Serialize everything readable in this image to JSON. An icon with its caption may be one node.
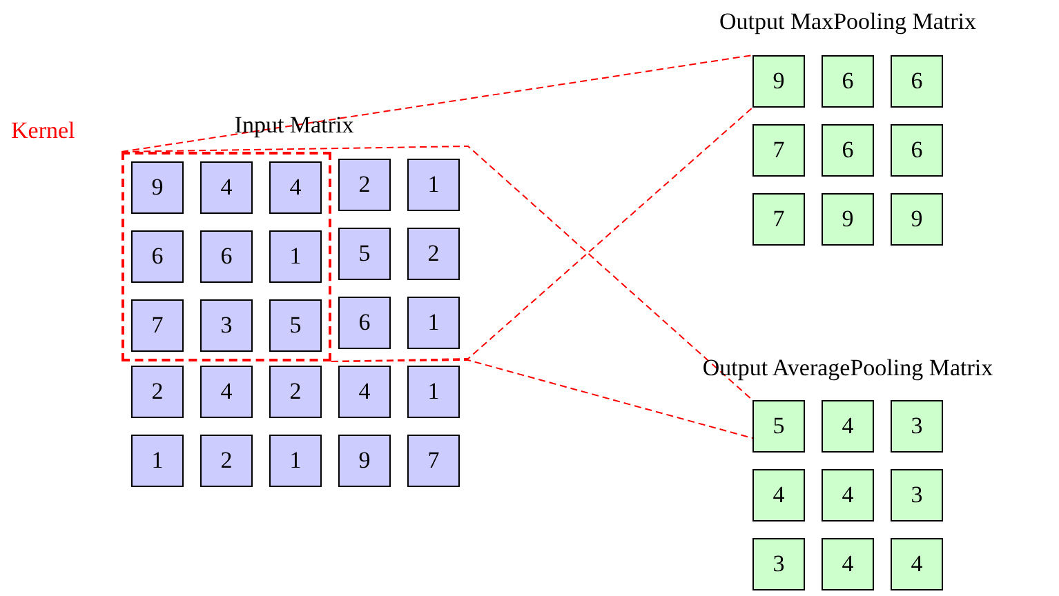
{
  "diagram": {
    "nodes": [
      {
        "text": [],
        "shape": "box",
        "beside": [
          "Kernel"
        ]
      },
      {
        "text": [
          "9"
        ],
        "in": 0
      },
      {
        "text": [
          "4"
        ],
        "in": 0
      },
      {
        "text": [
          "4"
        ],
        "in": 0
      },
      {
        "text": [
          "2"
        ]
      },
      {
        "text": [
          "1"
        ]
      },
      {
        "text": [
          "6"
        ],
        "in": 0
      },
      {
        "text": [
          "6"
        ],
        "in": 0
      },
      {
        "text": [
          "1"
        ],
        "in": 0
      },
      {
        "text": [
          "5"
        ]
      },
      {
        "text": [
          "2"
        ]
      },
      {
        "text": [
          "7"
        ],
        "in": 0
      },
      {
        "text": [
          "3"
        ],
        "in": 0
      },
      {
        "text": [
          "5"
        ],
        "in": 0
      },
      {
        "text": [
          "6"
        ]
      },
      {
        "text": [
          "1"
        ]
      },
      {
        "text": [
          "2"
        ]
      },
      {
        "text": [
          "4"
        ]
      },
      {
        "text": [
          "2"
        ]
      },
      {
        "text": [
          "4"
        ]
      },
      {
        "text": [
          "1"
        ]
      },
      {
        "text": [
          "1"
        ]
      },
      {
        "text": [
          "2"
        ]
      },
      {
        "text": [
          "1"
        ]
      },
      {
        "text": [
          "9"
        ]
      },
      {
        "text": [
          "7"
        ]
      },
      {
        "text": [
          "9"
        ]
      },
      {
        "text": [
          "6"
        ]
      },
      {
        "text": [
          "6"
        ]
      },
      {
        "text": [
          "7"
        ]
      },
      {
        "text": [
          "6"
        ]
      },
      {
        "text": [
          "6"
        ]
      },
      {
        "text": [
          "7"
        ]
      },
      {
        "text": [
          "9"
        ]
      },
      {
        "text": [
          "9"
        ]
      },
      {
        "text": [
          "5"
        ]
      },
      {
        "text": [
          "4"
        ]
      },
      {
        "text": [
          "3"
        ]
      },
      {
        "text": [
          "4"
        ]
      },
      {
        "text": [
          "4"
        ]
      },
      {
        "text": [
          "3"
        ]
      },
      {
        "text": [
          "3"
        ]
      },
      {
        "text": [
          "4"
        ]
      },
      {
        "text": [
          "4"
        ]
      }
    ],
    "edges": [
      {
        "from": 0,
        "to": 26,
        "arrow": "none",
        "style": "dashed"
      },
      {
        "from": 0,
        "to": 26,
        "arrow": "none",
        "style": "dashed"
      },
      {
        "from": 0,
        "to": 35,
        "arrow": "none",
        "style": "dashed"
      },
      {
        "from": 0,
        "to": 35,
        "arrow": "none",
        "style": "dashed"
      }
    ],
    "labels": [
      "Output MaxPooling Matrix",
      "Input Matrix",
      "Output AveragePooling Matrix"
    ]
  }
}
